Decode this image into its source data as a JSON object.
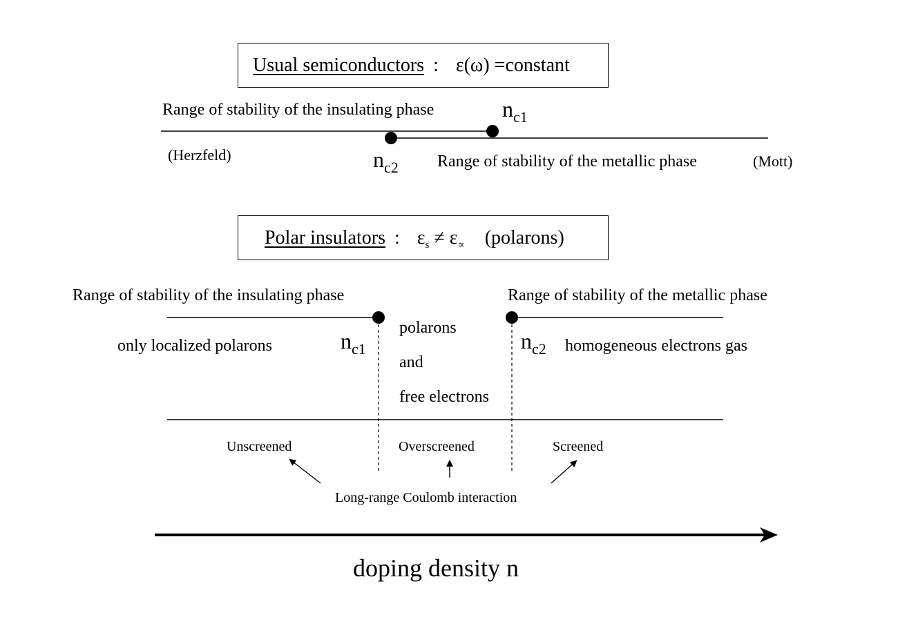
{
  "top": {
    "box_title": "Usual semiconductors",
    "box_sep": ":",
    "box_formula": "ε(ω) =constant",
    "insulating_label": "Range of stability of the insulating phase",
    "nc1_n": "n",
    "nc1_sub": "c1",
    "herzfeld": "(Herzfeld)",
    "nc2_n": "n",
    "nc2_sub": "c2",
    "metallic_label": "Range of stability of the metallic phase",
    "mott": "(Mott)"
  },
  "bottom": {
    "box_title": "Polar insulators",
    "box_sep": ":",
    "eps": "ε",
    "eps_s_sub": "s",
    "neq": "≠",
    "eps_inf_sub": "∝",
    "polarons_paren": "(polarons)",
    "insulating_label": "Range of stability of  the insulating phase",
    "metallic_label": "Range of stability of the metallic phase",
    "localized": "only localized polarons",
    "nc1_n": "n",
    "nc1_sub": "c1",
    "middle_1": "polarons",
    "middle_2": "and",
    "middle_3": "free electrons",
    "nc2_n": "n",
    "nc2_sub": "c2",
    "homogeneous": "homogeneous electrons gas",
    "unscreened": "Unscreened",
    "overscreened": "Overscreened",
    "screened": "Screened",
    "coulomb": "Long-range Coulomb interaction"
  },
  "axis": {
    "label": "doping density n"
  }
}
